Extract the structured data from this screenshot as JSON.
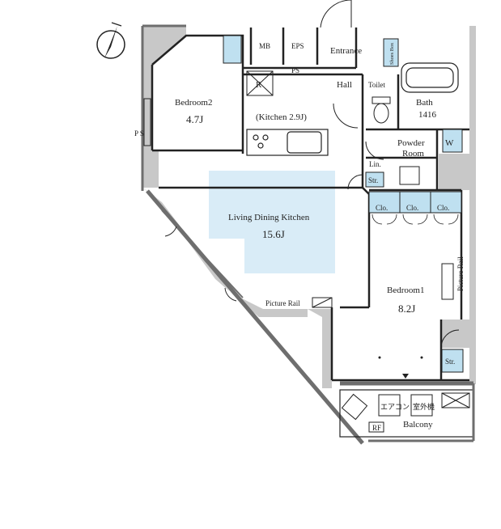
{
  "floorplan": {
    "rooms": {
      "bedroom2": {
        "name": "Bedroom2",
        "size": "4.7J"
      },
      "kitchen": {
        "name": "(Kitchen 2.9J)"
      },
      "ldk": {
        "name": "Living Dining Kitchen",
        "size": "15.6J"
      },
      "bedroom1": {
        "name": "Bedroom1",
        "size": "8.2J"
      },
      "entrance": {
        "name": "Entrance"
      },
      "hall": {
        "name": "Hall"
      },
      "toilet": {
        "name": "Toilet"
      },
      "bath": {
        "name": "Bath",
        "size": "1416"
      },
      "powder": {
        "name": "Powder",
        "name2": "Room"
      },
      "balcony": {
        "name": "Balcony"
      }
    },
    "labels": {
      "mb": "MB",
      "eps": "EPS",
      "ps": "PS",
      "refrigerator": "R",
      "washer": "W",
      "linen": "Lin.",
      "storage_hall": "Str.",
      "storage_bed1": "Str.",
      "closet1": "Clo.",
      "closet2": "Clo.",
      "closet3": "Clo.",
      "shoes": "Shoes Box",
      "picture_rail_ldk": "Picture Rail",
      "picture_rail_bed1": "Picture Rail",
      "pipe_space": "P\nS",
      "ac_unit": "RF",
      "balcony_unit1": "エアコン",
      "balcony_unit2": "室外機"
    },
    "colors": {
      "wall": "#6e6e6e",
      "shade": "#c8c8c8",
      "ldk_fill": "#d9ecf7",
      "fixture": "#bfe0f0",
      "line": "#222222"
    }
  }
}
